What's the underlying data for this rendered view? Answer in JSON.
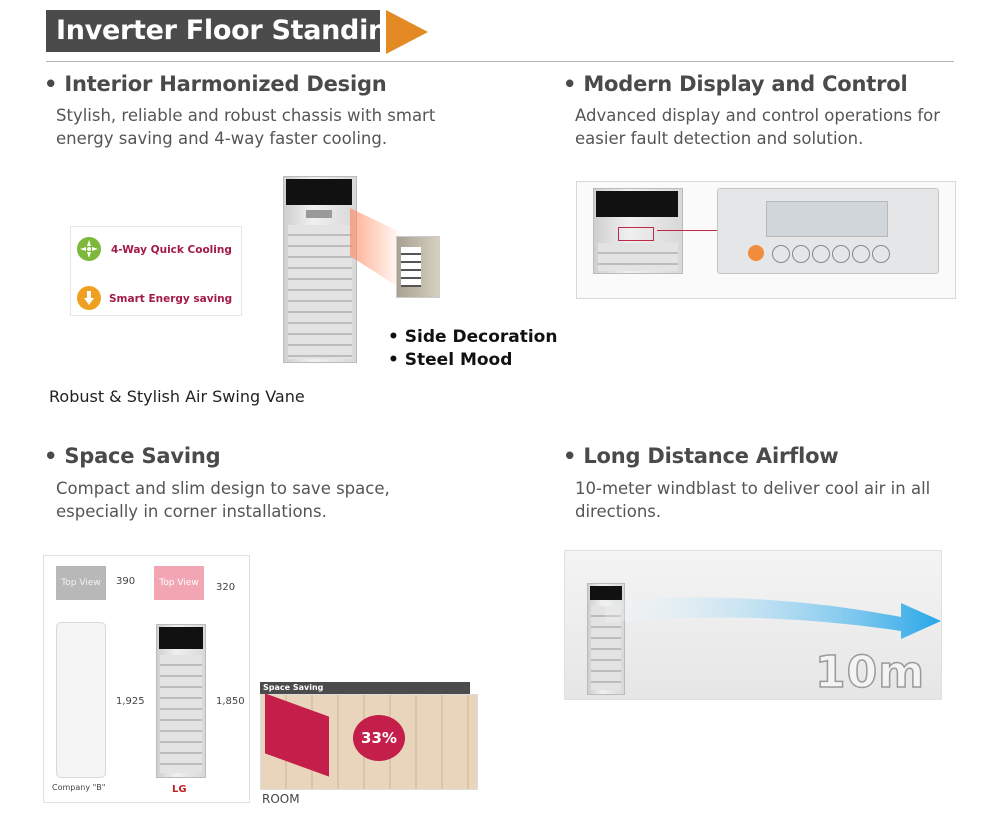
{
  "header": {
    "title": "Inverter Floor Standing"
  },
  "sections": {
    "design": {
      "title": "• Interior Harmonized Design",
      "desc1": "Stylish, reliable and robust chassis with smart",
      "desc2": "energy saving and 4-way faster cooling."
    },
    "display": {
      "title": "• Modern Display and Control",
      "desc1": "Advanced display and control operations for",
      "desc2": "easier fault detection and solution."
    },
    "space": {
      "title": "• Space Saving",
      "desc1": "Compact and slim design to save space,",
      "desc2": "especially in corner installations."
    },
    "airflow": {
      "title": "• Long Distance Airflow",
      "desc1": "10-meter windblast to deliver cool air in all",
      "desc2": "directions."
    }
  },
  "features": {
    "quick_cooling": "4-Way Quick Cooling",
    "energy_saving": "Smart Energy saving"
  },
  "unit_callouts": {
    "side_decoration": "• Side Decoration",
    "steel_mood": "• Steel Mood"
  },
  "design_caption": "Robust & Stylish Air Swing Vane",
  "space_diagram": {
    "top_view_left": "Top View",
    "top_view_right": "Top View",
    "depth_left": "390",
    "depth_right": "320",
    "height_left": "1,925",
    "height_right": "1,850",
    "company_b": "Company \"B\"",
    "lg": "LG",
    "panel_title": "Space Saving",
    "percent": "33%",
    "room_label": "ROOM"
  },
  "airflow_image": {
    "distance": "10m"
  },
  "colors": {
    "header_bg": "#4b4b4b",
    "accent_orange": "#e38a25",
    "brand_magenta": "#a31a4a",
    "green_icon": "#7cb83a"
  }
}
